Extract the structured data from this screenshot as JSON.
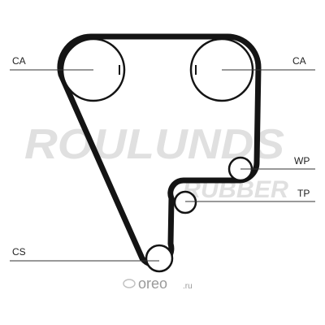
{
  "watermark": {
    "brand": "ROULUNDS",
    "sub": "RUBBER",
    "site_main": "oreo",
    "site_tld": ".ru"
  },
  "labels": {
    "ca_left": "CA",
    "ca_right": "CA",
    "wp": "WP",
    "tp": "TP",
    "cs": "CS"
  },
  "colors": {
    "belt": "#141414",
    "pulley_fill": "#ffffff",
    "leader": "#333333",
    "watermark": "#dcdcdc",
    "site_logo": "#9a9a9a"
  }
}
